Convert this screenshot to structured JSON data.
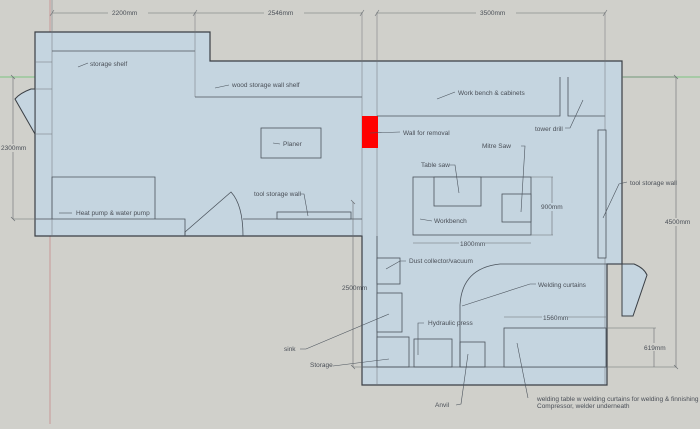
{
  "plan": {
    "colors": {
      "background": "#d0d0cb",
      "floor": "#c5d5e0",
      "wall_removal": "#ff0000",
      "green_axis": "#5fbf6a",
      "red_axis": "#c78a8a"
    },
    "dimensions": {
      "top_left_width": "2200mm",
      "top_middle_width": "2546mm",
      "top_right_width": "3500mm",
      "left_height": "2300mm",
      "right_height": "4500mm",
      "lower_height": "2500mm",
      "workbench_depth": "900mm",
      "workbench_width": "1800mm",
      "welding_table_width": "1560mm",
      "welding_table_depth": "619mm"
    },
    "labels": {
      "storage_shelf": "storage shelf",
      "wood_storage": "wood storage wall shelf",
      "work_bench_cabinets": "Work bench & cabinets",
      "wall_removal": "Wall for removal",
      "tower_drill": "tower drill",
      "planer": "Planer",
      "mitre_saw": "Mitre Saw",
      "table_saw": "Table saw",
      "workbench": "Workbench",
      "tool_storage_wall_left": "tool storage wall",
      "tool_storage_wall_right": "tool storage wall",
      "heat_pump": "Heat pump & water pump",
      "dust_collector": "Dust collector/vacuum",
      "welding_curtains": "Welding curtains",
      "hydraulic_press": "Hydraulic press",
      "sink": "sink",
      "storage": "Storage",
      "anvil": "Anvil",
      "welding_table_line1": "welding table w welding curtains for welding & finnishing",
      "welding_table_line2": "Compressor, welder underneath"
    }
  }
}
